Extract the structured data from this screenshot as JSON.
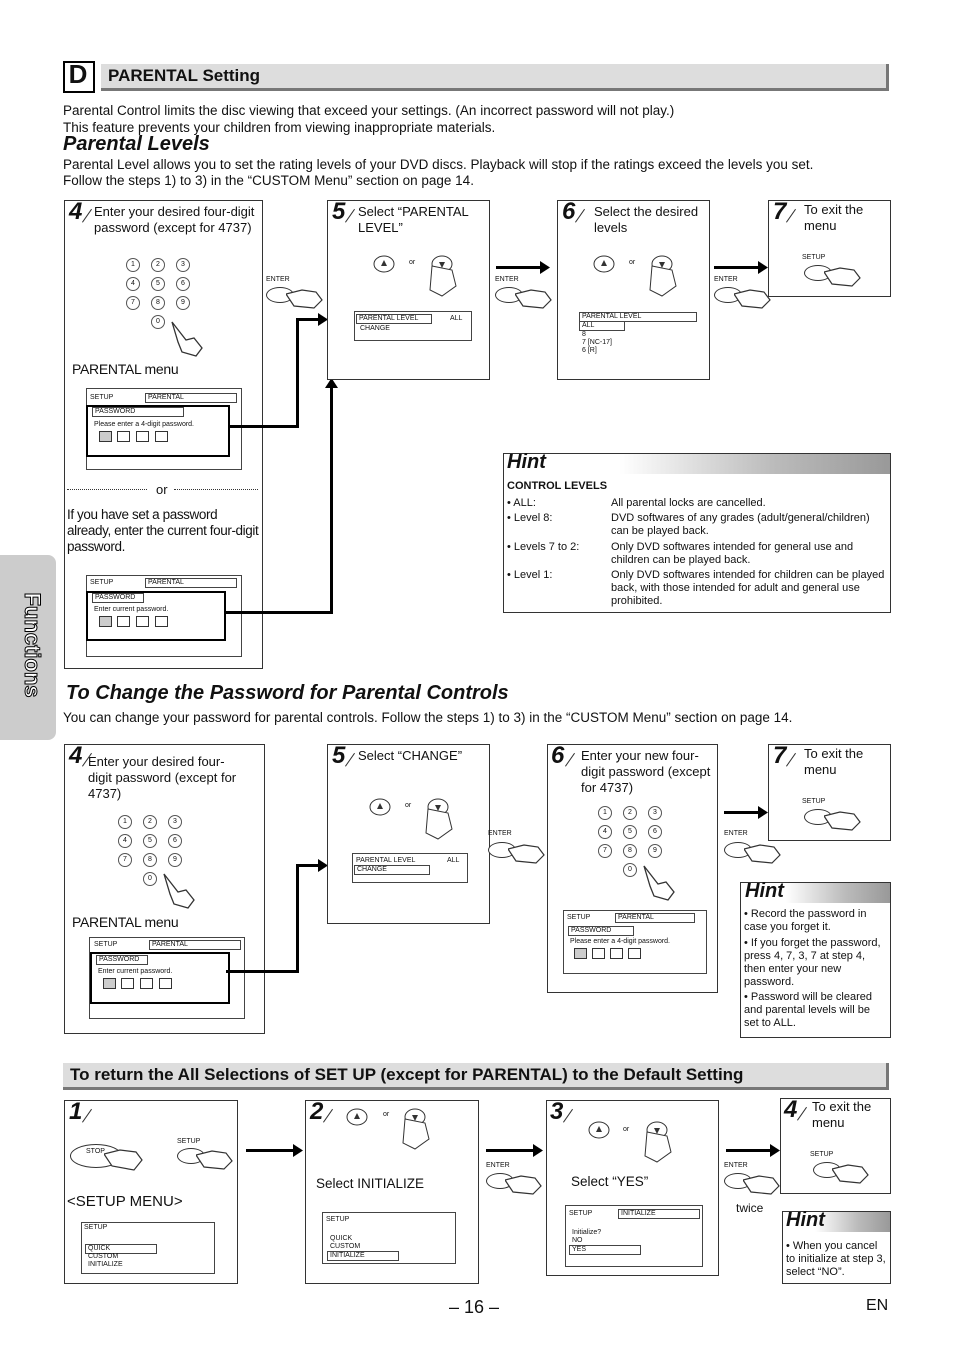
{
  "section_letter": "D",
  "section_title": "PARENTAL Setting",
  "intro_line1": "Parental Control limits the disc viewing that exceed your settings. (An incorrect password will not play.)",
  "intro_line2": "This feature prevents your children from viewing inappropriate materials.",
  "parental_levels": {
    "heading": "Parental Levels",
    "desc_line1": "Parental Level allows you to set the rating levels of your DVD discs. Playback will stop if the ratings exceed the levels you set.",
    "desc_line2": "Follow the steps 1) to 3) in the “CUSTOM Menu” section on page 14."
  },
  "side_tab": "Functions",
  "common": {
    "enter": "ENTER",
    "setup": "SETUP",
    "or": "or",
    "parental": "PARENTAL",
    "password": "PASSWORD",
    "parental_level": "PARENTAL LEVEL",
    "all": "ALL",
    "change": "CHANGE",
    "please_enter": "Please enter a 4-digit password.",
    "enter_current": "Enter current password.",
    "parental_menu": "PARENTAL menu"
  },
  "keypad": [
    "1",
    "2",
    "3",
    "4",
    "5",
    "6",
    "7",
    "8",
    "9",
    "0"
  ],
  "pl_steps": {
    "s4_num": "4",
    "s4_text": "Enter your desired four-digit password (except for 4737)",
    "or_divider": "or",
    "already_set": "If you have set a password already, enter the current four-digit password.",
    "s5_num": "5",
    "s5_text": "Select “PARENTAL LEVEL”",
    "s6_num": "6",
    "s6_text": "Select the desired levels",
    "s6_levels": [
      "ALL",
      "8",
      "7 [NC-17]",
      "6 [R]"
    ],
    "s7_num": "7",
    "s7_text": "To exit the menu"
  },
  "hint1": {
    "title": "Hint",
    "subtitle": "CONTROL LEVELS",
    "rows": [
      {
        "k": "• ALL:",
        "v": "All parental locks are cancelled."
      },
      {
        "k": "• Level 8:",
        "v": "DVD softwares of any grades (adult/general/children) can be played back."
      },
      {
        "k": "• Levels 7 to 2:",
        "v": "Only DVD softwares intended for general use and children can be played back."
      },
      {
        "k": "• Level 1:",
        "v": "Only DVD softwares intended for children can be played back, with those intended for adult and general use prohibited."
      }
    ]
  },
  "change_pw": {
    "heading": "To Change the Password for Parental Controls",
    "desc": "You can change your password for parental controls.  Follow the steps 1) to 3) in the “CUSTOM Menu” section on page 14.",
    "s4_num": "4",
    "s4_text": "Enter your desired four-digit password (except for 4737)",
    "s5_num": "5",
    "s5_text": "Select “CHANGE”",
    "s6_num": "6",
    "s6_text": "Enter your new four-digit password (except for 4737)",
    "s7_num": "7",
    "s7_text": "To exit the menu"
  },
  "hint2": {
    "title": "Hint",
    "items": [
      "• Record the password in case you forget it.",
      "• If you forget the password, press 4, 7, 3, 7 at step 4, then enter your new password.",
      "• Password will be cleared and parental levels will be set to ALL."
    ]
  },
  "reset": {
    "title": "To return the All Selections of SET UP (except for PARENTAL) to the Default Setting",
    "s1_num": "1",
    "stop": "STOP",
    "setup_menu": "<SETUP MENU>",
    "menu_items": [
      "QUICK",
      "CUSTOM",
      "INITIALIZE"
    ],
    "s2_num": "2",
    "s2_text": "Select INITIALIZE",
    "s3_num": "3",
    "s3_text": "Select “YES”",
    "initialize": "INITIALIZE",
    "init_q": "Initialize?",
    "no": "NO",
    "yes": "YES",
    "twice": "twice",
    "s4_num": "4",
    "s4_text": "To exit the menu"
  },
  "hint3": {
    "title": "Hint",
    "items": [
      "• When you cancel to initialize at step 3, select “NO”."
    ]
  },
  "page_number": "– 16 –",
  "lang": "EN"
}
